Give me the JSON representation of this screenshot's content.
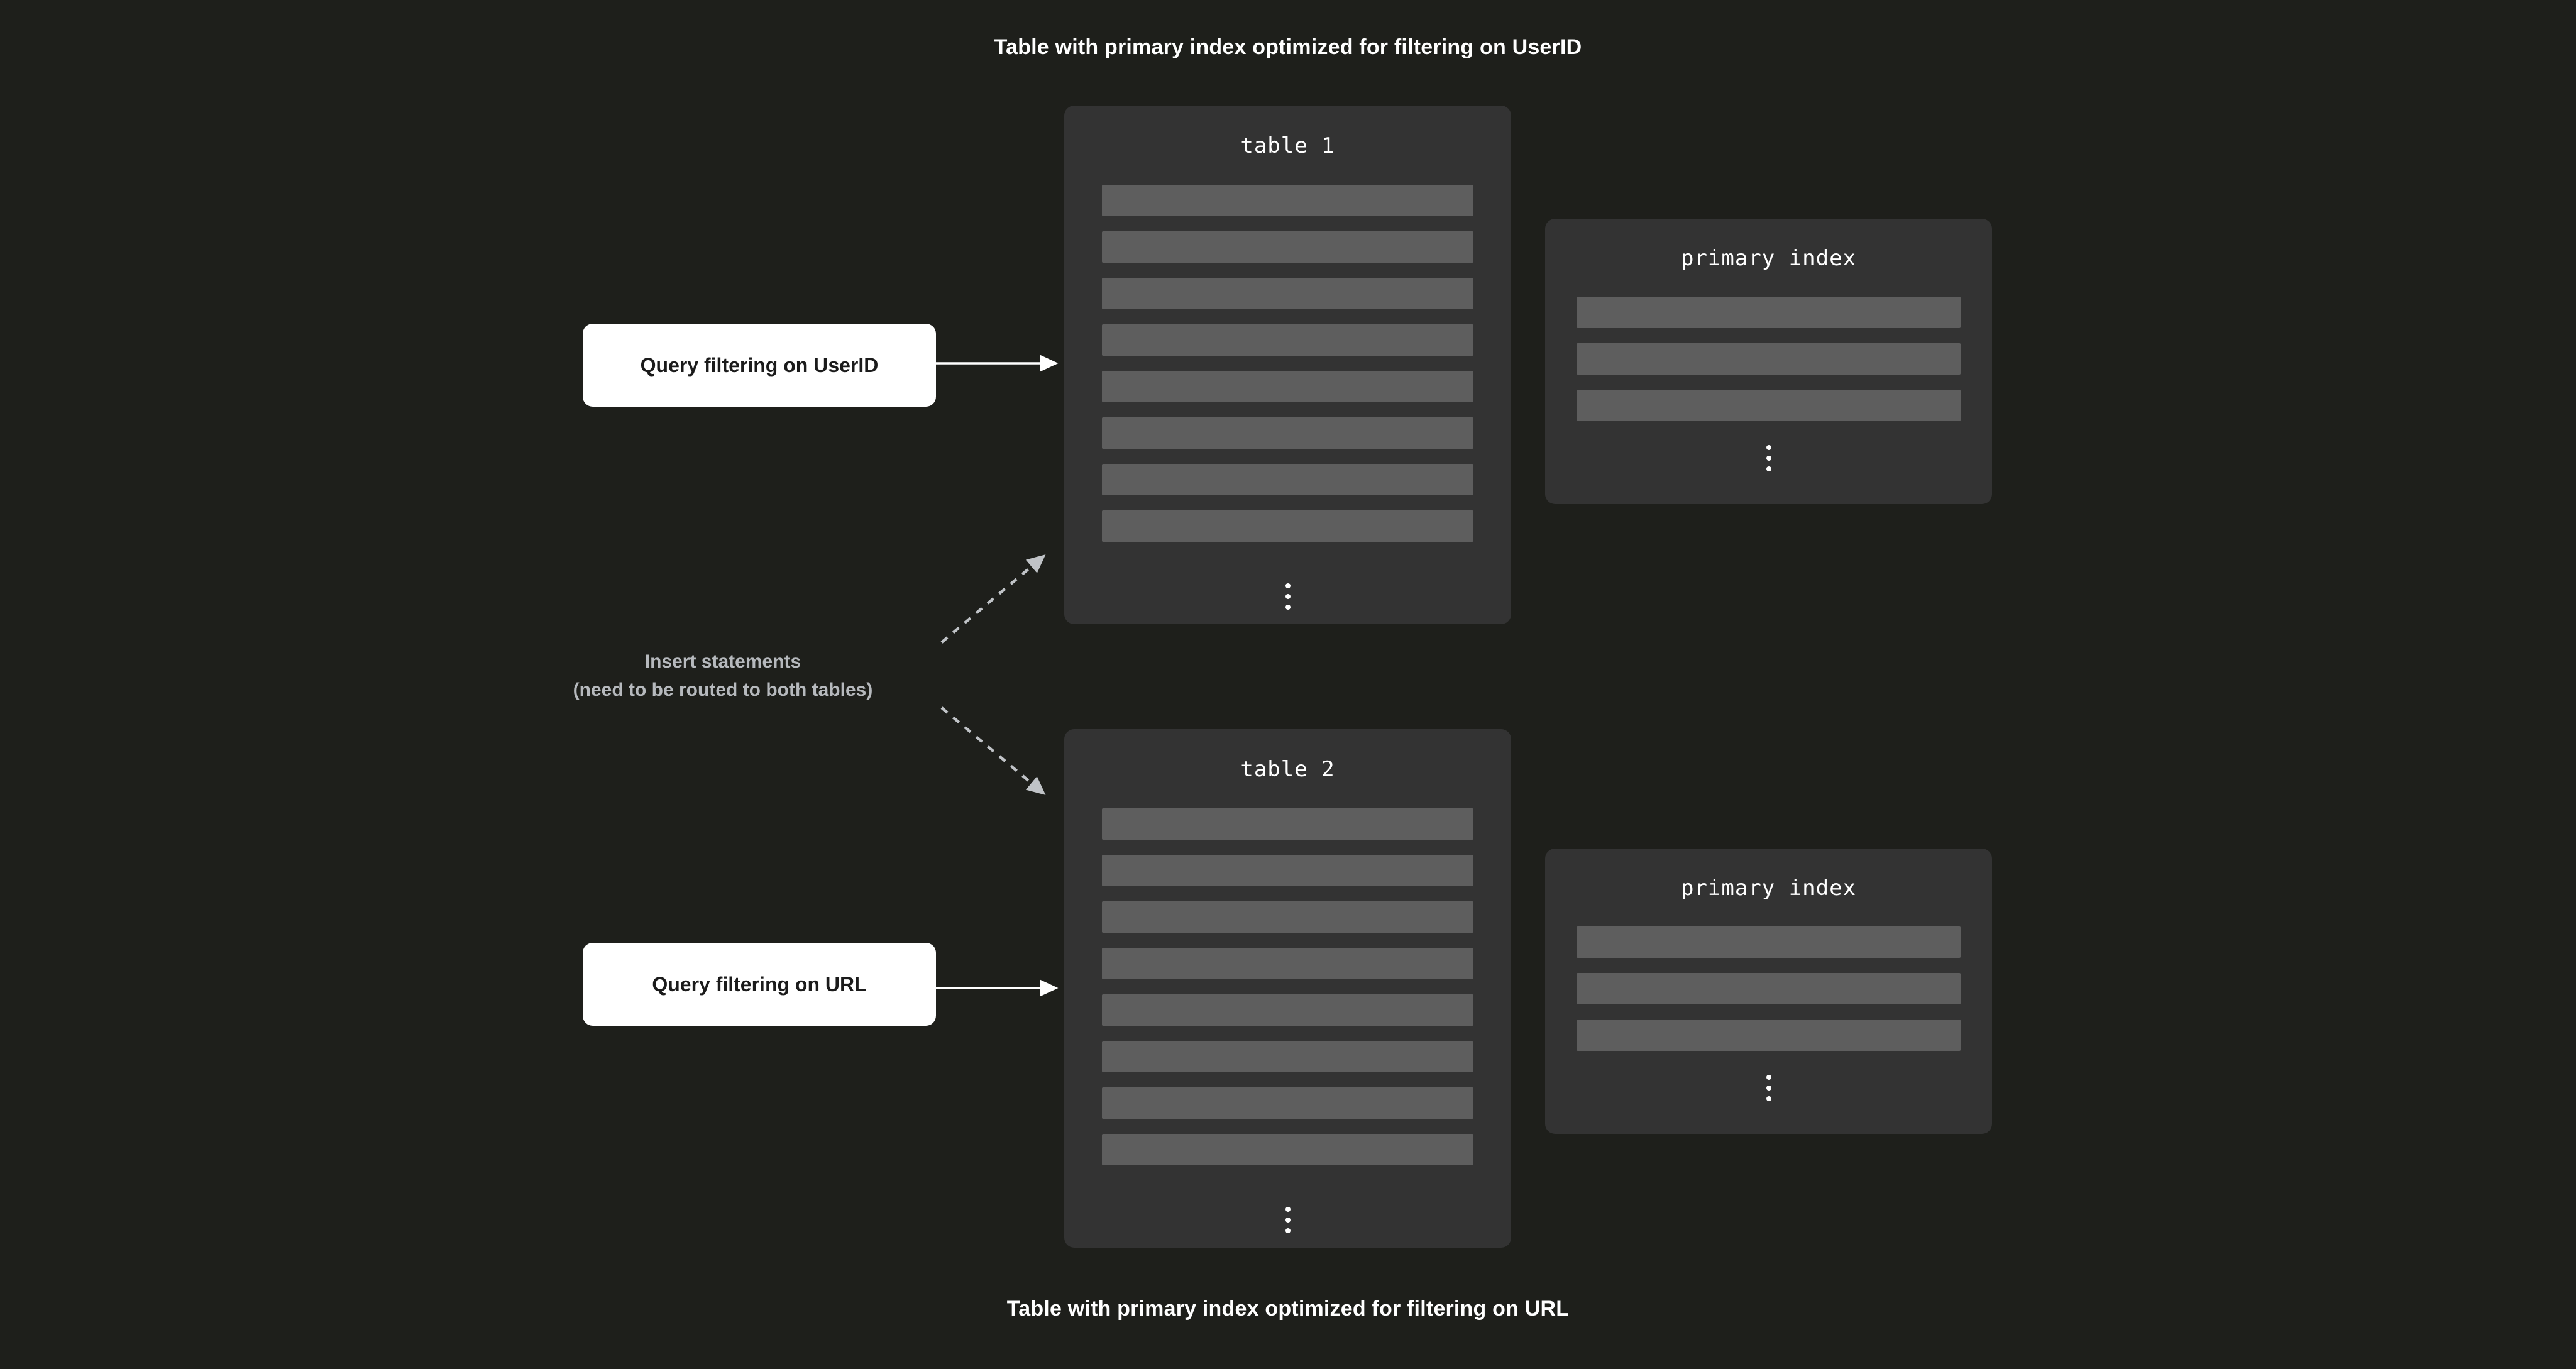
{
  "background_color": "#1e1f1b",
  "captions": {
    "top": "Table with primary index optimized for filtering on UserID",
    "bottom": "Table with primary index optimized for filtering on URL"
  },
  "colors": {
    "card_bg": "#333333",
    "row_fill": "#5e5e5e",
    "query_box_bg": "#ffffff",
    "query_box_text": "#1b1b1b",
    "solid_arrow": "#ffffff",
    "dashed_arrow": "#c0c3c7",
    "insert_label_text": "#b6b9bd",
    "title_text": "#ffffff"
  },
  "tables": [
    {
      "title": "table 1",
      "row_count": 8,
      "ellipsis": "vertical-ellipsis",
      "index": {
        "title": "primary index",
        "row_count": 3,
        "ellipsis": "vertical-ellipsis"
      }
    },
    {
      "title": "table 2",
      "row_count": 8,
      "ellipsis": "vertical-ellipsis",
      "index": {
        "title": "primary index",
        "row_count": 3,
        "ellipsis": "vertical-ellipsis"
      }
    }
  ],
  "queries": [
    {
      "label": "Query filtering on UserID",
      "target": "table 1"
    },
    {
      "label": "Query filtering on URL",
      "target": "table 2"
    }
  ],
  "insert_label": {
    "line1": "Insert statements",
    "line2": "(need to be routed to both tables)"
  }
}
